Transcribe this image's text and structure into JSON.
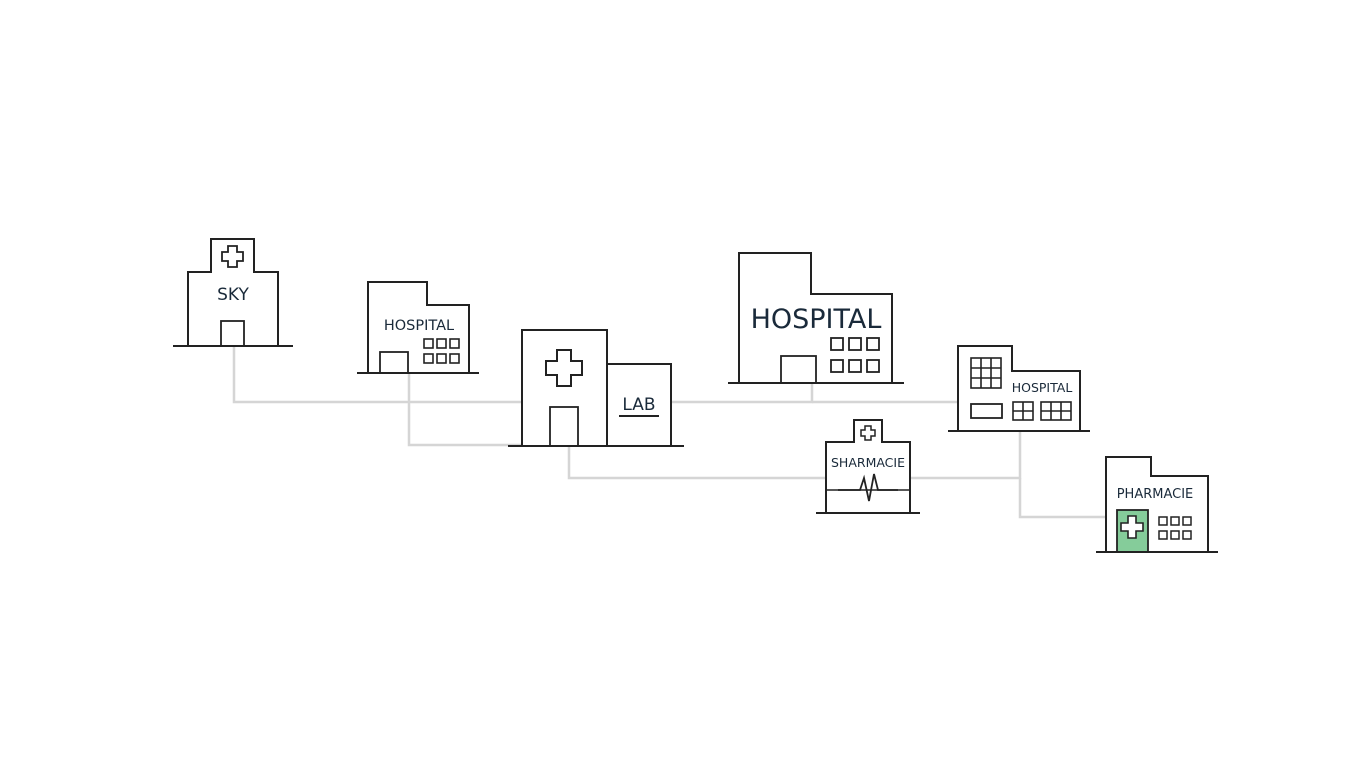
{
  "buildings": [
    {
      "id": "sky",
      "label": "SKY"
    },
    {
      "id": "hospital-light",
      "label": "HOSPITAL"
    },
    {
      "id": "lab",
      "label": "LAB"
    },
    {
      "id": "hospital-big",
      "label": "HOSPITAL"
    },
    {
      "id": "hospital-gray",
      "label": "HOSPITAL"
    },
    {
      "id": "sharmacie",
      "label": "SHARMACIE"
    },
    {
      "id": "pharmacie",
      "label": "PHARMACIE"
    }
  ],
  "colors": {
    "blue": "#4aa3e0",
    "light_blue": "#86ccf0",
    "green": "#85cc9a",
    "gray": "#a6a6a6",
    "connector": "#d5d5d5",
    "outline": "#222222"
  }
}
